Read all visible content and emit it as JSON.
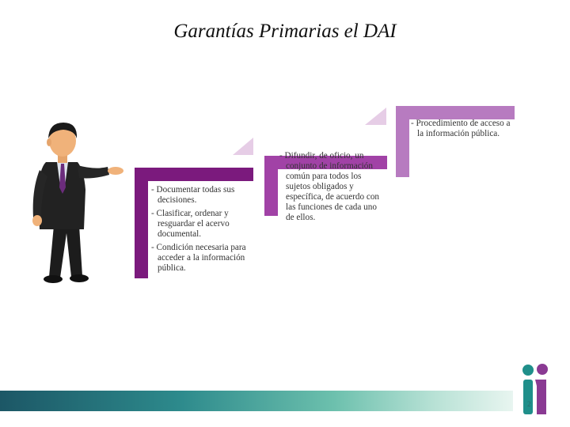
{
  "title": "Garantías Primarias el DAI",
  "steps": [
    {
      "color": "#7b1a7d",
      "items": [
        "- Documentar todas sus decisiones.",
        "- Clasificar, ordenar y resguardar el acervo documental.",
        "- Condición necesaria para acceder a la información pública."
      ]
    },
    {
      "color": "#a142a6",
      "items": [
        "- Difundir, de oficio, un conjunto de información común para todos los sujetos obligados y específica, de acuerdo con las funciones de cada uno de ellos."
      ]
    },
    {
      "color": "#b77bc0",
      "items": [
        "- Procedimiento de acceso a la información pública."
      ]
    }
  ],
  "page_number": "2",
  "colors": {
    "logo_teal": "#1f8f8a",
    "logo_purple": "#8a3a93",
    "fold": "#e6cde6"
  }
}
